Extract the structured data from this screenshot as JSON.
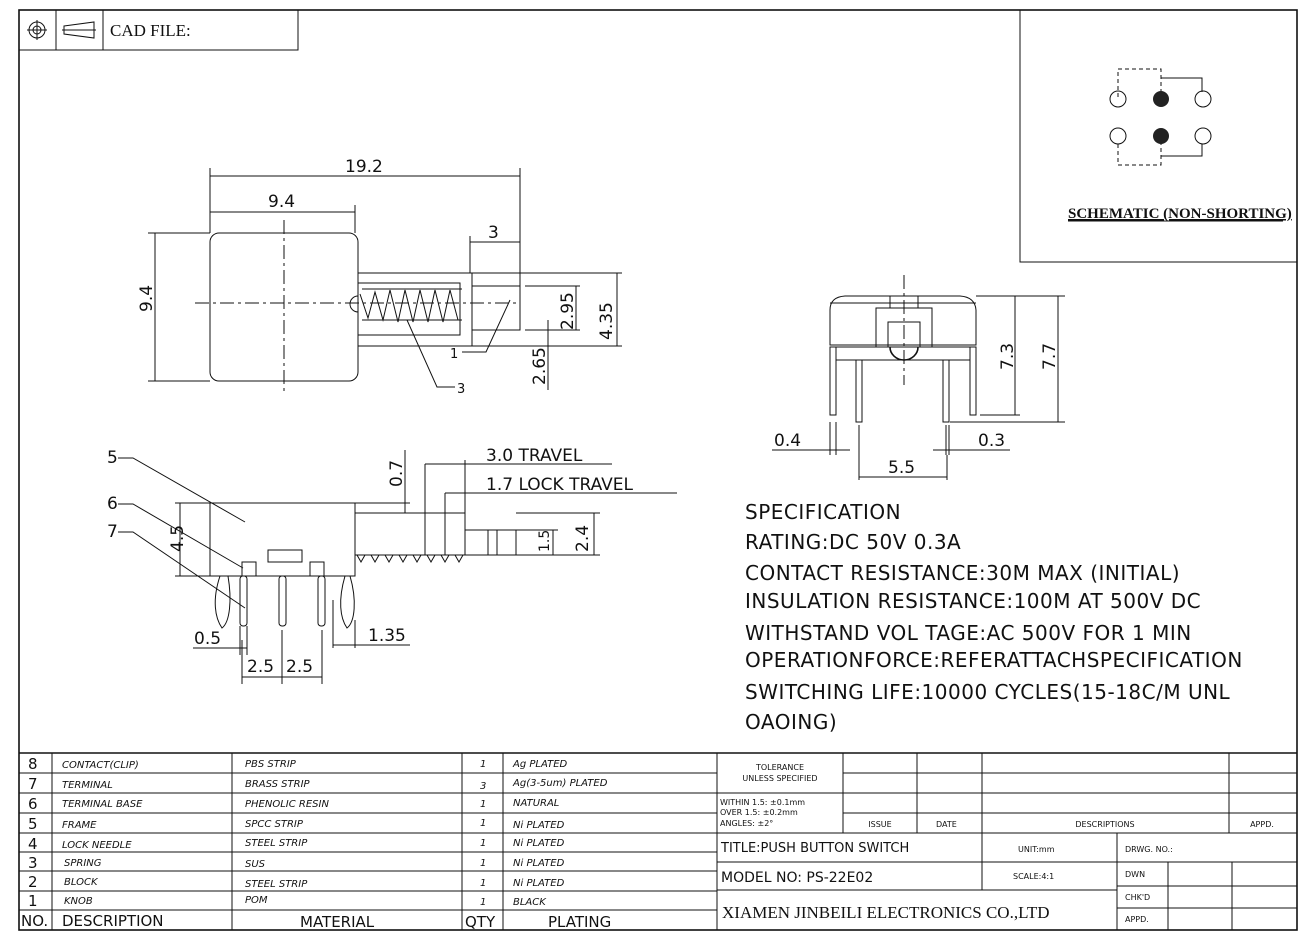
{
  "header": {
    "cad_label": "CAD FILE:"
  },
  "schematic": {
    "title": "SCHEMATIC (NON-SHORTING)"
  },
  "top_view": {
    "dims": {
      "overall": "19.2",
      "knob_width": "9.4",
      "knob_height": "9.4",
      "tip": "3",
      "inner_height": "2.95",
      "outer_height": "4.35",
      "offset": "2.65"
    },
    "callouts": [
      "1",
      "3"
    ]
  },
  "side_view": {
    "callouts": [
      "5",
      "6",
      "7"
    ],
    "dims": {
      "height": "4.5",
      "top_gap": "0.7",
      "travel": "3.0 TRAVEL",
      "lock_travel": "1.7 LOCK TRAVEL",
      "stem_h": "2.4",
      "tip_h": "1.5",
      "pin_w": "0.5",
      "pitch1": "2.5",
      "pitch2": "2.5",
      "tab": "1.35"
    }
  },
  "front_view": {
    "dims": {
      "h1": "7.3",
      "h2": "7.7",
      "leg_w": "0.4",
      "pin_w": "0.3",
      "span": "5.5"
    }
  },
  "specification": {
    "lines": [
      "SPECIFICATION",
      "RATING:DC 50V 0.3A",
      "CONTACT RESISTANCE:30M MAX (INITIAL)",
      "INSULATION RESISTANCE:100M AT 500V DC",
      "WITHSTAND VOL TAGE:AC 500V FOR 1 MIN",
      "OPERATIONFORCE:REFERATTACHSPECIFICATION",
      "SWITCHING LIFE:10000 CYCLES(15-18C/M UNL",
      "OAOING)"
    ]
  },
  "bom": {
    "headers": {
      "no": "NO.",
      "description": "DESCRIPTION",
      "material": "MATERIAL",
      "qty": "QTY",
      "plating": "PLATING"
    },
    "rows": [
      {
        "no": "8",
        "description": "CONTACT(CLIP)",
        "material": "PBS STRIP",
        "qty": "1",
        "plating": "Ag PLATED"
      },
      {
        "no": "7",
        "description": "TERMINAL",
        "material": "BRASS STRIP",
        "qty": "3",
        "plating": "Ag(3-5um) PLATED"
      },
      {
        "no": "6",
        "description": "TERMINAL BASE",
        "material": "PHENOLIC RESIN",
        "qty": "1",
        "plating": "NATURAL"
      },
      {
        "no": "5",
        "description": "FRAME",
        "material": "SPCC STRIP",
        "qty": "1",
        "plating": "Ni PLATED"
      },
      {
        "no": "4",
        "description": "LOCK NEEDLE",
        "material": "STEEL STRIP",
        "qty": "1",
        "plating": "Ni PLATED"
      },
      {
        "no": "3",
        "description": "SPRING",
        "material": "SUS",
        "qty": "1",
        "plating": "Ni PLATED"
      },
      {
        "no": "2",
        "description": "BLOCK",
        "material": "STEEL STRIP",
        "qty": "1",
        "plating": "Ni PLATED"
      },
      {
        "no": "1",
        "description": "KNOB",
        "material": "POM",
        "qty": "1",
        "plating": "BLACK"
      }
    ]
  },
  "title_block": {
    "tolerance_title_1": "TOLERANCE",
    "tolerance_title_2": "UNLESS SPECIFIED",
    "tolerance_1": "WITHIN 1.5: ±0.1mm",
    "tolerance_2": "OVER 1.5:  ±0.2mm",
    "tolerance_3": "ANGLES: ±2°",
    "issue": "ISSUE",
    "date": "DATE",
    "descriptions": "DESCRIPTIONS",
    "appd_col": "APPD.",
    "title": "TITLE:PUSH BUTTON SWITCH",
    "model": "MODEL NO: PS-22E02",
    "company": "XIAMEN JINBEILI ELECTRONICS CO.,LTD",
    "unit": "UNIT:mm",
    "scale": "SCALE:4:1",
    "drwg_no": "DRWG. NO.:",
    "dwn": "DWN",
    "chkd": "CHK'D",
    "appd": "APPD."
  }
}
